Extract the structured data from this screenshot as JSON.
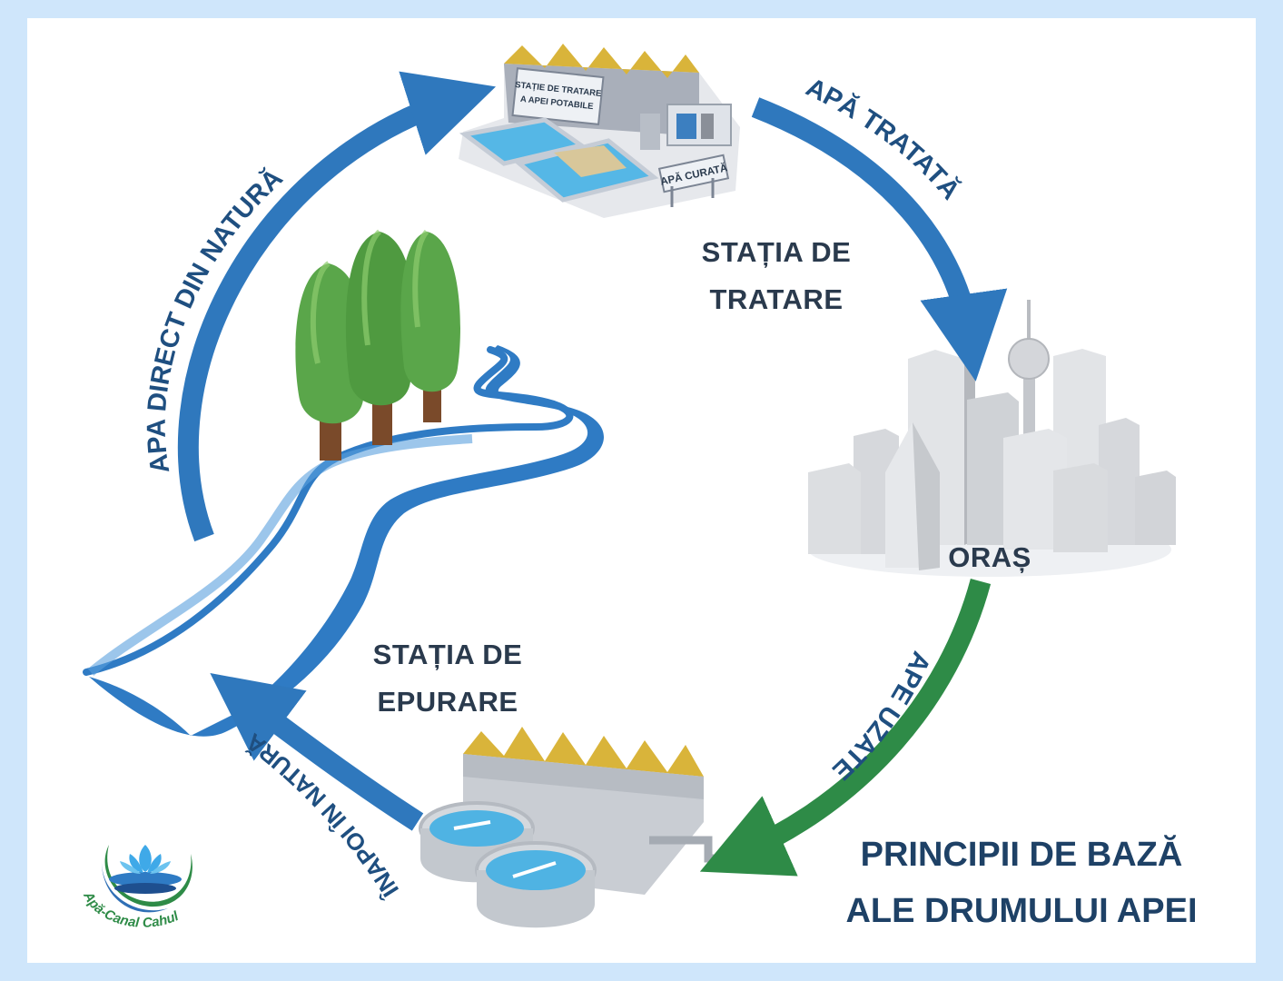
{
  "title": {
    "line1": "PRINCIPII DE BAZĂ",
    "line2": "ALE DRUMULUI APEI"
  },
  "arrows": {
    "nature_to_treatment": "APA DIRECT DIN NATURĂ",
    "treatment_to_city": "APĂ TRATATĂ",
    "city_to_wastewater": "APE UZATE",
    "wastewater_to_nature": "ÎNAPOI ÎN NATURĂ"
  },
  "nodes": {
    "treatment_station_line1": "STAȚIA DE",
    "treatment_station_line2": "TRATARE",
    "city": "ORAȘ",
    "wastewater_station_line1": "STAȚIA DE",
    "wastewater_station_line2": "EPURARE"
  },
  "building_signs": {
    "treatment_sign_line1": "STAȚIE DE TRATARE",
    "treatment_sign_line2": "A APEI POTABILE",
    "clean_water_sign": "APĂ CURATĂ"
  },
  "logo": {
    "text": "Apă-Canal Cahul"
  },
  "colors": {
    "blue_arrow": "#2f78bd",
    "green_arrow": "#2e8b47",
    "river": "#2f7bc4",
    "title": "#1e4166",
    "tree": "#5aa64a"
  }
}
